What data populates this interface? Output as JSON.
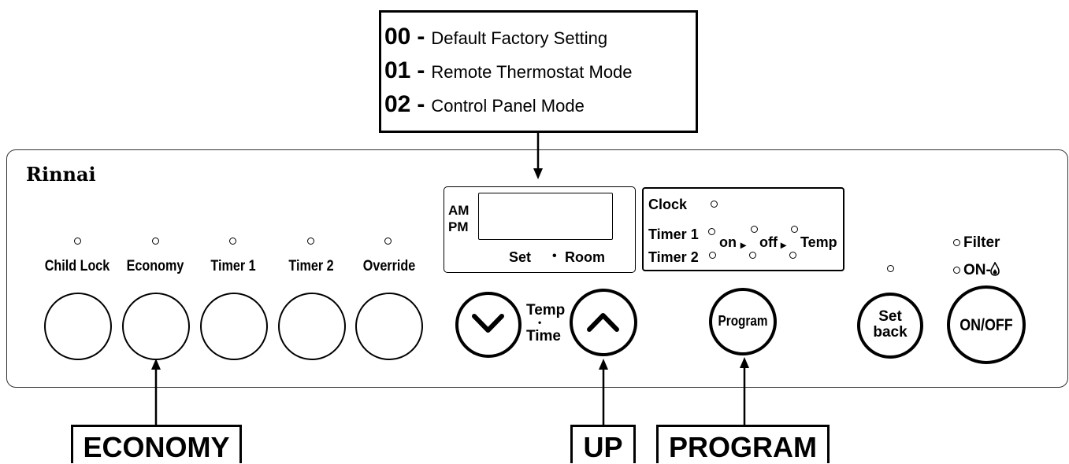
{
  "mode_callout": {
    "items": [
      {
        "code": "00",
        "dash": "-",
        "text": "Default Factory Setting"
      },
      {
        "code": "01",
        "dash": "-",
        "text": "Remote Thermostat Mode"
      },
      {
        "code": "02",
        "dash": "-",
        "text": "Control Panel Mode"
      }
    ]
  },
  "panel": {
    "brand": "Rinnai",
    "buttons": [
      {
        "label": "Child Lock"
      },
      {
        "label": "Economy"
      },
      {
        "label": "Timer 1"
      },
      {
        "label": "Timer 2"
      },
      {
        "label": "Override"
      }
    ],
    "display": {
      "am": "AM",
      "pm": "PM",
      "set": "Set",
      "dot": "•",
      "room": "Room"
    },
    "temp_time": {
      "temp": "Temp",
      "dot": "•",
      "time": "Time"
    },
    "program_box": {
      "clock": "Clock",
      "timer1": "Timer 1",
      "timer2": "Timer 2",
      "on": "on",
      "off": "off",
      "temp": "Temp",
      "arrow": "▸"
    },
    "program_button": "Program",
    "setback_button": {
      "line1": "Set",
      "line2": "back"
    },
    "indicators": {
      "filter": "Filter",
      "on_flame": "ON-",
      "flame_glyph": "🌢"
    },
    "onoff_button": "ON/OFF"
  },
  "callout_labels": {
    "economy": "ECONOMY",
    "up": "UP",
    "program": "PROGRAM"
  }
}
